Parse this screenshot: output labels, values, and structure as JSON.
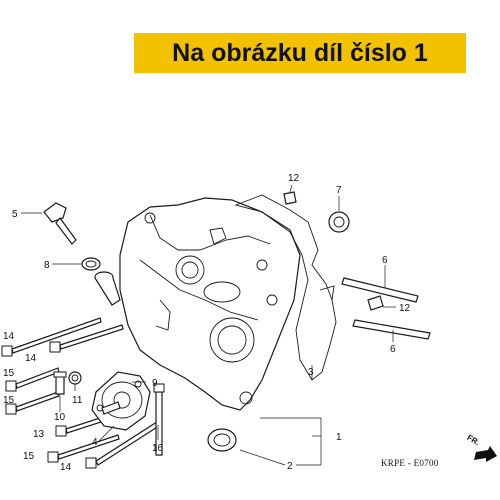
{
  "banner": {
    "text": "Na obrázku díl číslo 1"
  },
  "diagram_code": "KRPE - E0700",
  "direction_label": "FR.",
  "part_numbers": {
    "p1": "1",
    "p2": "2",
    "p3": "3",
    "p4": "4",
    "p5": "5",
    "p6a": "6",
    "p6b": "6",
    "p7": "7",
    "p8": "8",
    "p9": "9",
    "p10": "10",
    "p11": "11",
    "p12a": "12",
    "p12b": "12",
    "p13": "13",
    "p14a": "14",
    "p14b": "14",
    "p14c": "14",
    "p15a": "15",
    "p15b": "15",
    "p15c": "15",
    "p16": "16"
  },
  "colors": {
    "banner_bg": "#f2c200",
    "ink": "#111111"
  }
}
